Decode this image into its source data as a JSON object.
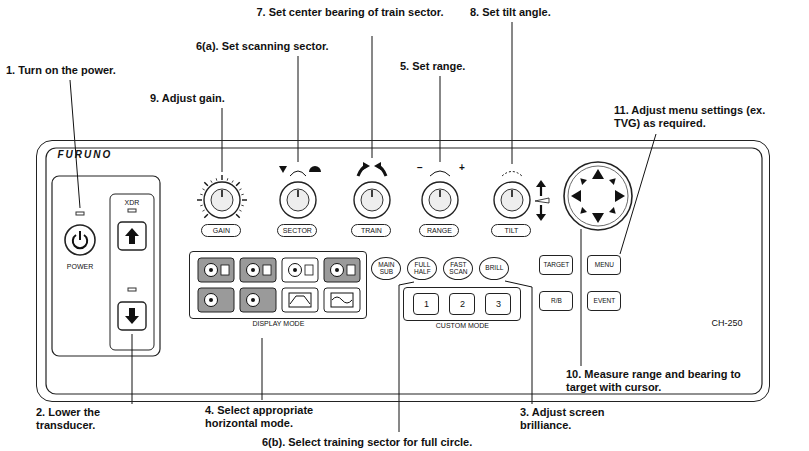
{
  "diagram": {
    "nodes": [
      {
        "text": [
          "FURUNO",
          "CH-250"
        ]
      },
      {
        "text": [
          "GAIN"
        ],
        "in": 0
      },
      {
        "text": [
          "SECTOR"
        ],
        "in": 0
      },
      {
        "text": [
          "TRAIN"
        ],
        "in": 0
      },
      {
        "text": [
          "RANGE"
        ],
        "in": 0
      },
      {
        "text": [
          "TILT"
        ],
        "in": 0
      },
      {
        "text": [
          "DISPLAY MODE"
        ],
        "in": 0
      },
      {
        "text": [
          "MAIN SUB"
        ],
        "in": 0
      },
      {
        "text": [
          "FULL HALF"
        ],
        "in": 0
      },
      {
        "text": [
          "FAST SCAN"
        ],
        "in": 0
      },
      {
        "text": [
          "BRILL"
        ],
        "in": 0
      },
      {
        "text": [
          "CUSTOM MODE"
        ],
        "in": 0
      },
      {
        "text": [
          "1"
        ],
        "in": 11
      },
      {
        "text": [
          "2"
        ],
        "in": 11
      },
      {
        "text": [
          "3"
        ],
        "in": 11
      },
      {
        "text": [
          "TARGET"
        ],
        "in": 0
      },
      {
        "text": [
          "MENU"
        ],
        "in": 0
      },
      {
        "text": [
          "R/B"
        ],
        "in": 0
      },
      {
        "text": [
          "EVENT"
        ],
        "in": 0
      }
    ],
    "labels": [
      "7. Set center bearing of train sector.",
      "8. Set tilt angle.",
      "6(a). Set scanning sector.",
      "5. Set range.",
      "1. Turn on the power.",
      "9. Adjust gain.",
      "11. Adjust menu settings (ex. TVG) as required.",
      "XDR",
      "POWER",
      "−",
      "+",
      "10. Measure range and bearing to target with cursor.",
      "2. Lower the transducer.",
      "4. Select appropriate horizontal mode.",
      "6(b). Select training sector for full circle.",
      "3. Adjust screen brilliance."
    ]
  }
}
